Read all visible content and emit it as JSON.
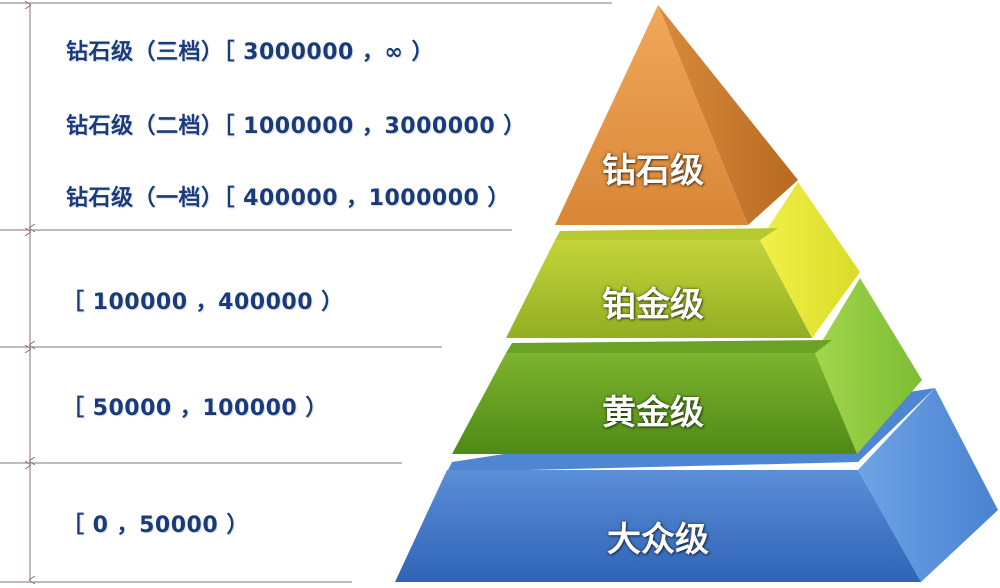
{
  "colors": {
    "range_text": "#1a3a7a",
    "bracket_line": "#8a7070",
    "tier_dazhong_front": "#3d72c4",
    "tier_dazhong_side": "#5a93de",
    "tier_huangjin_front": "#5f9a1e",
    "tier_huangjin_side": "#8cc63a",
    "tier_bojin_front": "#a9c22c",
    "tier_bojin_side": "#e4e634",
    "tier_zuanshi_front": "#e2934a",
    "tier_zuanshi_side": "#c97a30"
  },
  "tiers": {
    "zuanshi": {
      "label": "钻石级",
      "sublevels": [
        {
          "text": "钻石级（三档）［ 3000000 ，∞ ）"
        },
        {
          "text": "钻石级（二档）［ 1000000 ，3000000 ）"
        },
        {
          "text": "钻石级（一档）［ 400000 ，1000000 ）"
        }
      ]
    },
    "bojin": {
      "label": "铂金级",
      "range": "［ 100000 ，400000 ）"
    },
    "huangjin": {
      "label": "黄金级",
      "range": "［ 50000 ，100000 ）"
    },
    "dazhong": {
      "label": "大众级",
      "range": "［ 0 ，50000 ）"
    }
  }
}
